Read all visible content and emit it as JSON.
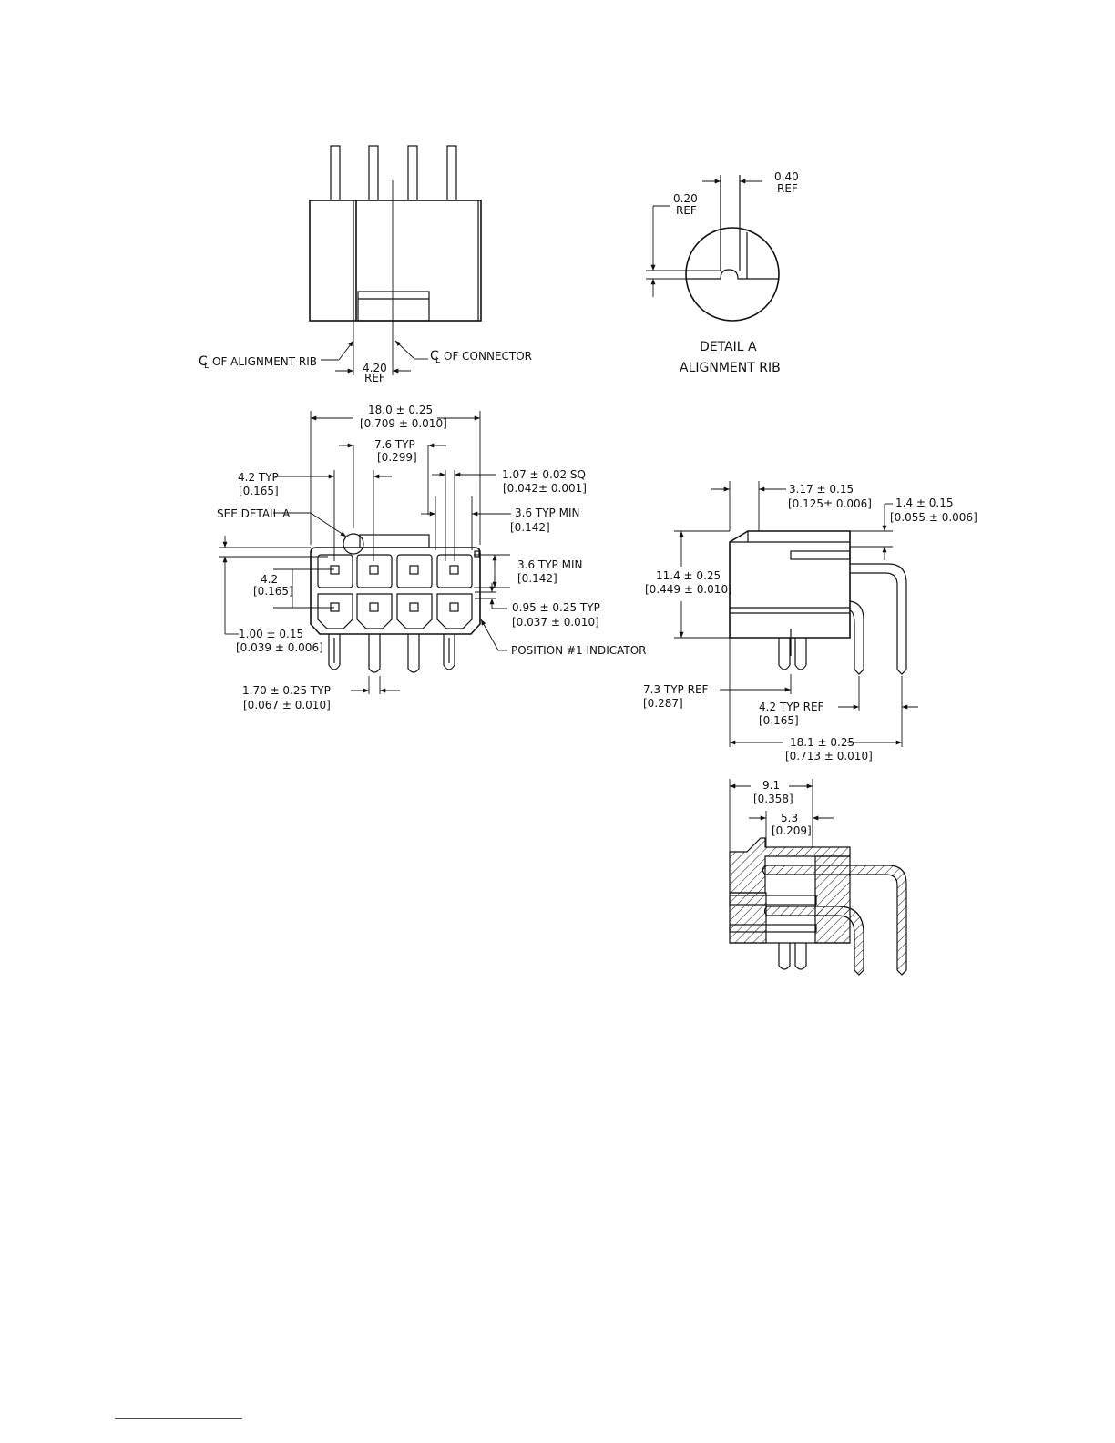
{
  "colors": {
    "line": "#111111",
    "background": "#ffffff",
    "link_rule": "#3b3bd8"
  },
  "top_view": {
    "cl_alignment_rib": "OF ALIGNMENT RIB",
    "cl_connector": "OF CONNECTOR",
    "offset": "4.20",
    "offset_note": "REF",
    "centerline_symbol": "C",
    "centerline_sub": "L"
  },
  "detail_a": {
    "title": "DETAIL A",
    "subtitle": "ALIGNMENT RIB",
    "dim_040": "0.40",
    "dim_040_note": "REF",
    "dim_020": "0.20",
    "dim_020_note": "REF"
  },
  "front_view": {
    "overall_width": "18.0 ± 0.25",
    "overall_width_in": "[0.709 ± 0.010]",
    "pitch_typ": "7.6  TYP",
    "pitch_typ_in": "[0.299]",
    "pin_pitch": "4.2  TYP",
    "pin_pitch_in": "[0.165]",
    "pin_sq": "1.07 ± 0.02  SQ",
    "pin_sq_in": "[0.042± 0.001]",
    "see_detail": "SEE DETAIL  A",
    "cavity_min_h": "3.6  TYP MIN",
    "cavity_min_h_in": "[0.142]",
    "cavity_min_v": "3.6  TYP MIN",
    "cavity_min_v_in": "[0.142]",
    "row_pitch": "4.2",
    "row_pitch_in": "[0.165]",
    "wall": "0.95 ± 0.25  TYP",
    "wall_in": "[0.037 ± 0.010]",
    "edge": "1.00 ± 0.15",
    "edge_in": "[0.039 ± 0.006]",
    "position_indicator": "POSITION #1 INDICATOR",
    "peg": "1.70 ± 0.25  TYP",
    "peg_in": "[0.067 ± 0.010]"
  },
  "side_view": {
    "dim_317": "3.17 ± 0.15",
    "dim_317_in": "[0.125± 0.006]",
    "dim_14": "1.4 ± 0.15",
    "dim_14_in": "[0.055 ± 0.006]",
    "height": "11.4 ± 0.25",
    "height_in": "[0.449 ± 0.010]",
    "peg_ref": "7.3  TYP REF",
    "peg_ref_in": "[0.287]",
    "tail_ref": "4.2  TYP REF",
    "tail_ref_in": "[0.165]",
    "depth": "18.1 ± 0.25",
    "depth_in": "[0.713 ± 0.010]"
  },
  "section_view": {
    "dim_91": "9.1",
    "dim_91_in": "[0.358]",
    "dim_53": "5.3",
    "dim_53_in": "[0.209]"
  }
}
